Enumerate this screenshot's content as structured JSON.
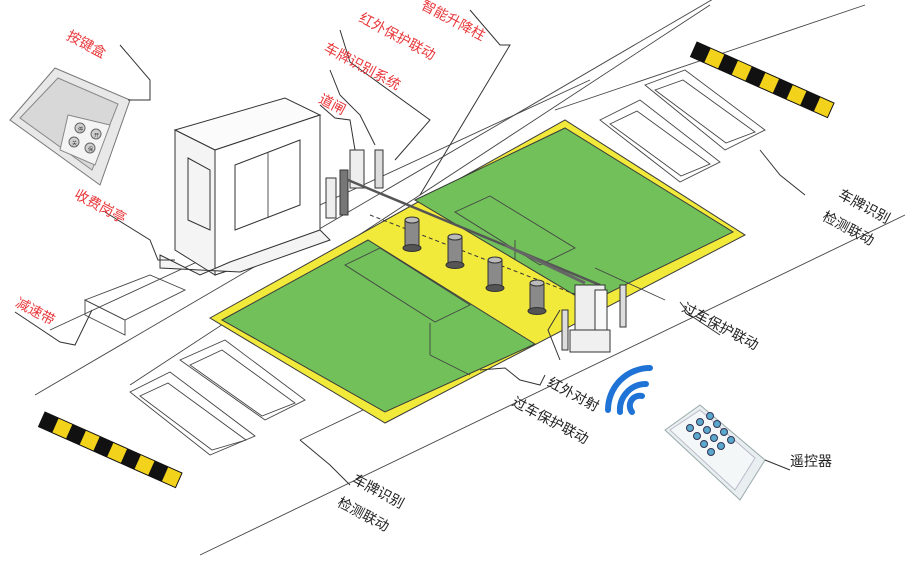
{
  "colors": {
    "zone_green": "#71c05a",
    "zone_yellow": "#f2ea3a",
    "label_red": "#e8373a",
    "label_black": "#222222",
    "wifi_blue": "#1f73d6",
    "stripe_yellow": "#f2d21b",
    "stripe_black": "#111111"
  },
  "labels": {
    "keypad_box": "按键盒",
    "smart_bollard": "智能升降柱",
    "infrared_protection": "红外保护联动",
    "plate_recognition_system": "车牌识别系统",
    "barrier_gate": "道闸",
    "toll_booth": "收费岗亭",
    "speed_bump": "减速带",
    "vehicle_protection_right": "过车保护联动",
    "vehicle_protection_bottom": "过车保护联动",
    "infrared_beam": "红外对射",
    "remote_control": "遥控器",
    "plate_detection_right_l1": "车牌识别",
    "plate_detection_right_l2": "检测联动",
    "plate_detection_bottom_l1": "车牌识别",
    "plate_detection_bottom_l2": "检测联动"
  },
  "device_text": {
    "keypad_buttons": [
      "停",
      "开",
      "关",
      "保"
    ],
    "remote_buttons": 12
  },
  "icons": [
    "wifi-signal-icon",
    "remote-control-icon",
    "keypad-box-icon"
  ]
}
